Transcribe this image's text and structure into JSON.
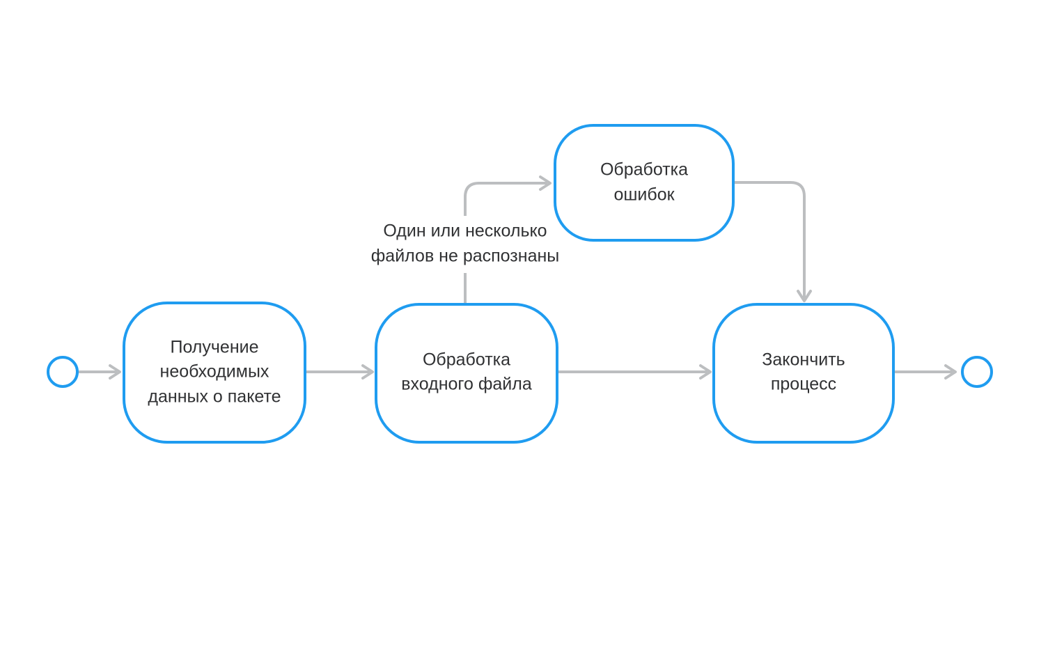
{
  "diagram": {
    "type": "flowchart",
    "orientation": "left-to-right",
    "background_color": "#ffffff",
    "node_border_color": "#1F9CF0",
    "node_fill_color": "#ffffff",
    "connector_color": "#BCBEC0",
    "text_color": "#303133",
    "nodes": [
      {
        "id": "start",
        "kind": "terminator-start",
        "label": "",
        "shape": "circle"
      },
      {
        "id": "get-package-data",
        "kind": "process",
        "shape": "rounded-rect",
        "lines": [
          "Получение",
          "необходимых",
          "данных о пакете"
        ]
      },
      {
        "id": "process-input-file",
        "kind": "process",
        "shape": "rounded-rect",
        "lines": [
          "Обработка",
          "входного файла"
        ]
      },
      {
        "id": "handle-errors",
        "kind": "process",
        "shape": "rounded-rect",
        "lines": [
          "Обработка",
          "ошибок"
        ]
      },
      {
        "id": "finish-process",
        "kind": "process",
        "shape": "rounded-rect",
        "lines": [
          "Закончить",
          "процесс"
        ]
      },
      {
        "id": "end",
        "kind": "terminator-end",
        "label": "",
        "shape": "circle"
      }
    ],
    "edges": [
      {
        "id": "edge-start-to-get-data",
        "from": "start",
        "to": "get-package-data",
        "label": "",
        "arrow": true
      },
      {
        "id": "edge-get-data-to-process-file",
        "from": "get-package-data",
        "to": "process-input-file",
        "label": "",
        "arrow": true
      },
      {
        "id": "edge-process-file-to-errors",
        "from": "process-input-file",
        "to": "handle-errors",
        "label_lines": [
          "Один или несколько",
          "файлов не распознаны"
        ],
        "arrow": true
      },
      {
        "id": "edge-process-file-to-finish",
        "from": "process-input-file",
        "to": "finish-process",
        "label": "",
        "arrow": true
      },
      {
        "id": "edge-errors-to-finish",
        "from": "handle-errors",
        "to": "finish-process",
        "label": "",
        "arrow": true
      },
      {
        "id": "edge-finish-to-end",
        "from": "finish-process",
        "to": "end",
        "label": "",
        "arrow": true
      }
    ]
  }
}
